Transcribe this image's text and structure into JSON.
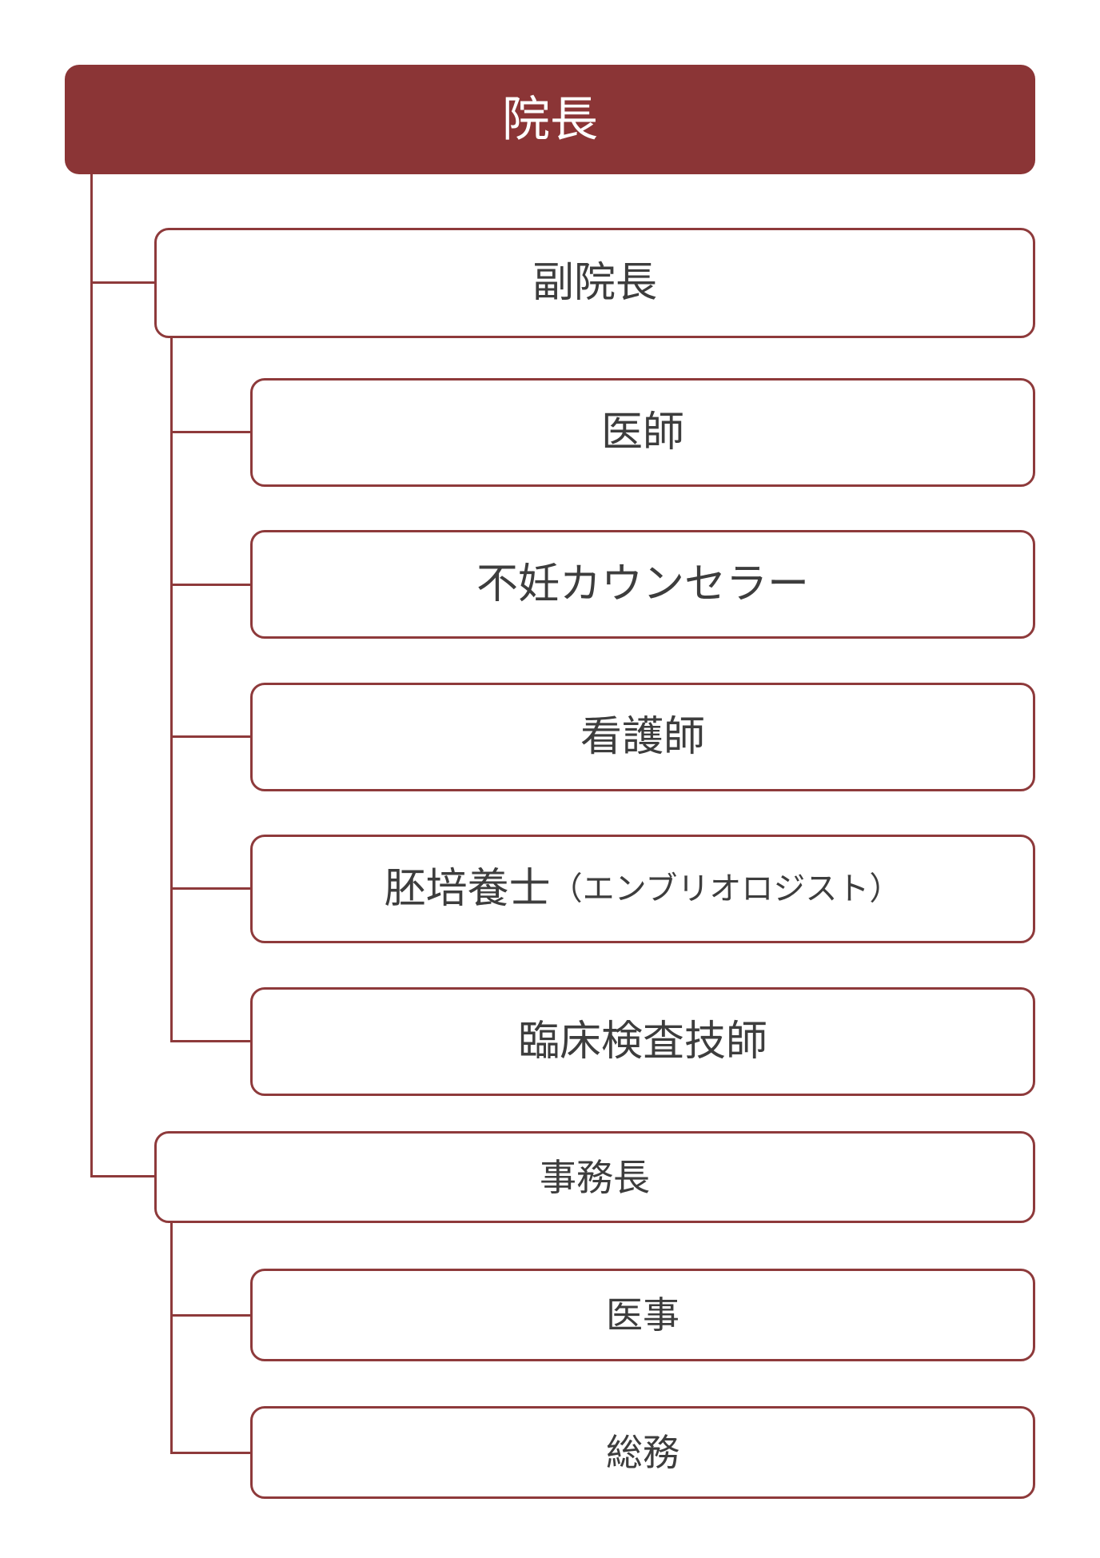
{
  "colors": {
    "node_fill": "#8b3536",
    "line": "#8e3a3b",
    "text": "#3d3d3d",
    "root_text": "#ffffff"
  },
  "org": {
    "root": {
      "label": "院長"
    },
    "branches": [
      {
        "label": "副院長",
        "children": [
          {
            "label": "医師"
          },
          {
            "label": "不妊カウンセラー"
          },
          {
            "label": "看護師"
          },
          {
            "label": "胚培養士",
            "label_sub": "（エンブリオロジスト）"
          },
          {
            "label": "臨床検査技師"
          }
        ]
      },
      {
        "label": "事務長",
        "children": [
          {
            "label": "医事"
          },
          {
            "label": "総務"
          }
        ]
      }
    ]
  }
}
